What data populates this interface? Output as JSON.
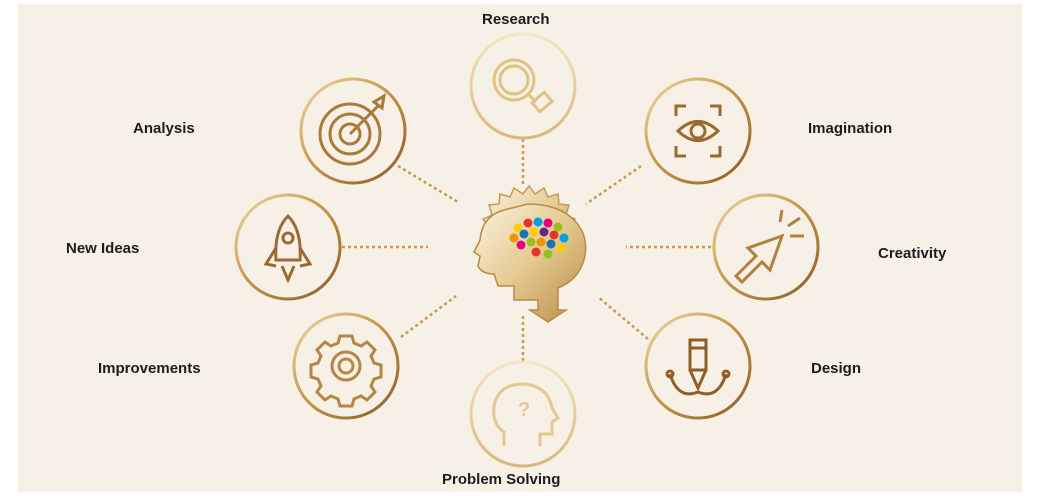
{
  "colors": {
    "background": "#f7f0e6",
    "gold_light": "#ecd9a6",
    "gold_mid": "#c79a4f",
    "gold_dark": "#8a5a26",
    "label": "#1d1d1d"
  },
  "center": {
    "icon": "head-gear-brain-icon",
    "dot_colors": [
      "#e6332a",
      "#f39200",
      "#ffcc00",
      "#95c11f",
      "#009fe3",
      "#1d71b8",
      "#e6007e",
      "#662483"
    ]
  },
  "nodes": [
    {
      "id": "research",
      "label": "Research",
      "icon": "magnifier-icon"
    },
    {
      "id": "imagination",
      "label": "Imagination",
      "icon": "eye-icon"
    },
    {
      "id": "creativity",
      "label": "Creativity",
      "icon": "cursor-icon"
    },
    {
      "id": "design",
      "label": "Design",
      "icon": "pen-tool-icon"
    },
    {
      "id": "problem-solving",
      "label": "Problem Solving",
      "icon": "head-question-icon"
    },
    {
      "id": "improvements",
      "label": "Improvements",
      "icon": "gear-icon"
    },
    {
      "id": "new-ideas",
      "label": "New Ideas",
      "icon": "rocket-icon"
    },
    {
      "id": "analysis",
      "label": "Analysis",
      "icon": "target-icon"
    }
  ]
}
